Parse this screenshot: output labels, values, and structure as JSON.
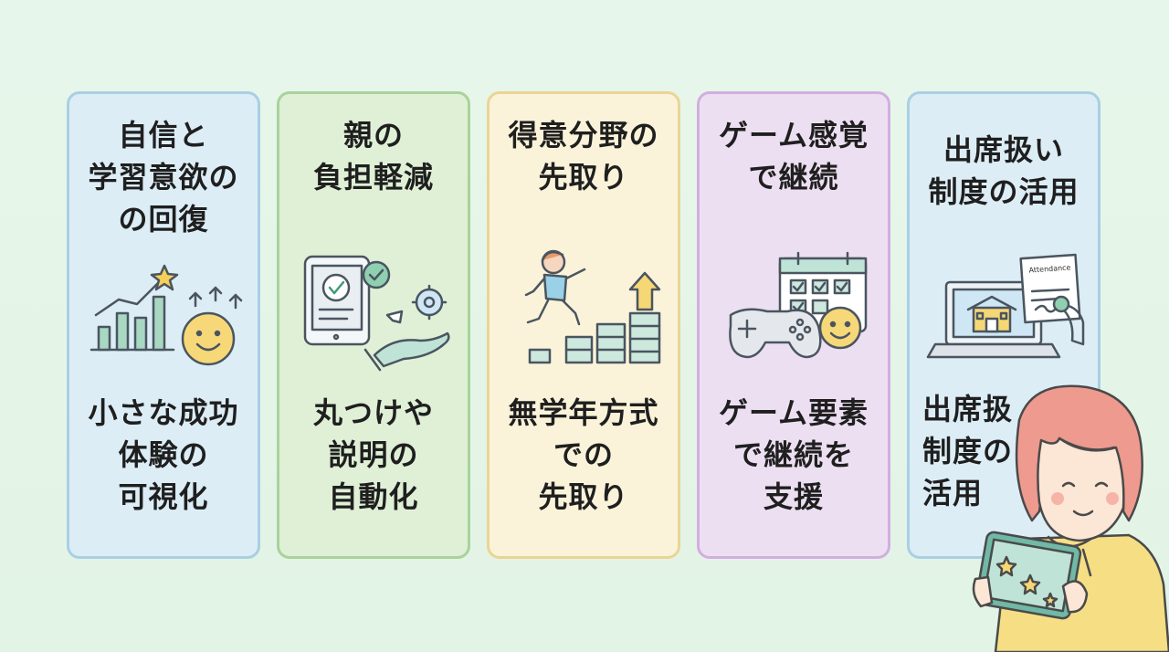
{
  "cards": [
    {
      "title": "自信と\n学習意欲の\nの回復",
      "desc": "小さな成功\n体験の\n可視化",
      "icon": "growth-chart-smile-icon"
    },
    {
      "title": "親の\n負担軽減",
      "desc": "丸つけや\n説明の\n自動化",
      "icon": "tablet-checkmark-hand-gear-icon"
    },
    {
      "title": "得意分野の\n先取り",
      "desc": "無学年方式\nでの\n先取り",
      "icon": "child-climbing-steps-icon"
    },
    {
      "title": "ゲーム感覚\nで継続",
      "desc": "ゲーム要素\nで継続を\n支援",
      "icon": "game-controller-calendar-icon"
    },
    {
      "title": "出席扱い\n制度の活用",
      "desc": "出席扱\n制度の\n活用",
      "icon": "laptop-school-attendance-icon"
    }
  ],
  "attendance_label": "Attendance",
  "colors": {
    "background": "#e4f5e8",
    "card1": "#dcedf6",
    "card2": "#dff0d6",
    "card3": "#fbf3d9",
    "card4": "#eddff2",
    "card5": "#dcedf6"
  }
}
